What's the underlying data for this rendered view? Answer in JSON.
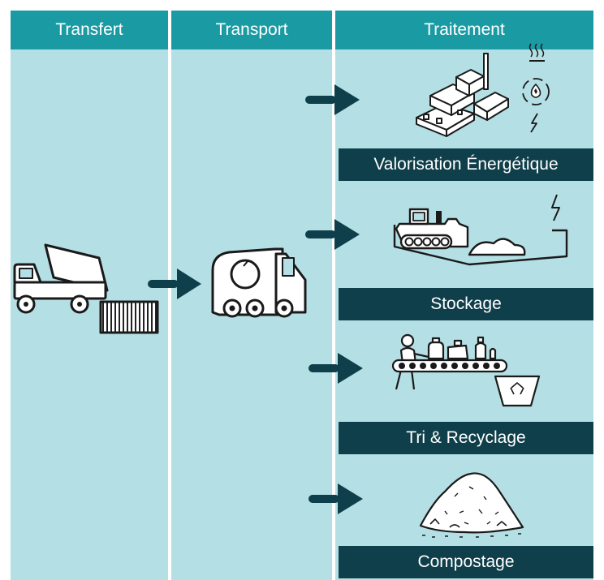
{
  "columns": [
    {
      "id": "transfert",
      "label": "Transfert"
    },
    {
      "id": "transport",
      "label": "Transport"
    },
    {
      "id": "traitement",
      "label": "Traitement"
    }
  ],
  "treatments": [
    {
      "label": "Valorisation Énergétique",
      "icon": "waste-to-energy-plant-icon"
    },
    {
      "label": "Stockage",
      "icon": "landfill-compactor-icon"
    },
    {
      "label": "Tri & Recyclage",
      "icon": "sorting-conveyor-icon"
    },
    {
      "label": "Compostage",
      "icon": "compost-pile-icon"
    }
  ],
  "icons": {
    "transfert": "tipper-truck-with-container-icon",
    "transport": "collection-truck-icon"
  },
  "colors": {
    "header": "#1a9aa3",
    "column_background": "#b4dfe4",
    "banner": "#0f3f4b",
    "arrow": "#0f3f4b"
  }
}
